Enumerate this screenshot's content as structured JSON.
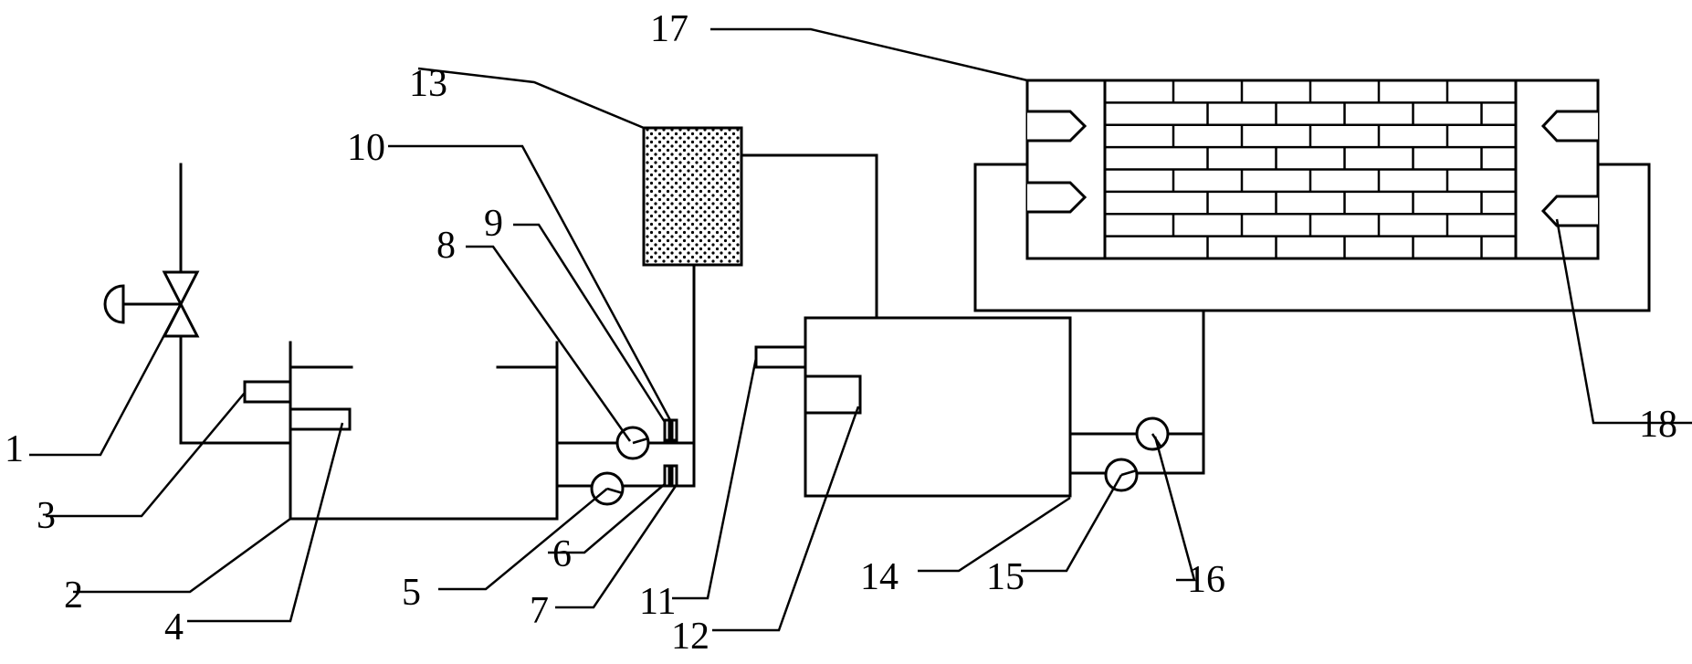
{
  "diagram": {
    "labels": {
      "n1": "1",
      "n2": "2",
      "n3": "3",
      "n4": "4",
      "n5": "5",
      "n6": "6",
      "n7": "7",
      "n8": "8",
      "n9": "9",
      "n10": "10",
      "n11": "11",
      "n12": "12",
      "n13": "13",
      "n14": "14",
      "n15": "15",
      "n16": "16",
      "n17": "17",
      "n18": "18"
    }
  }
}
